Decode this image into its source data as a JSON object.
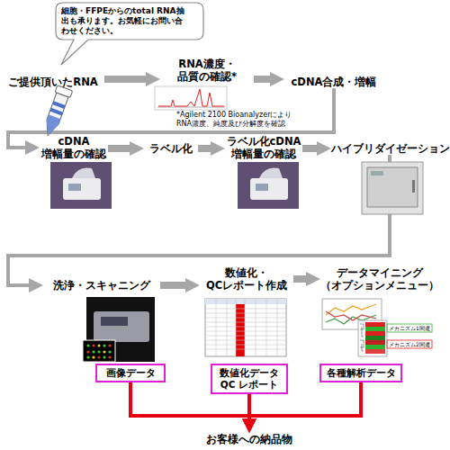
{
  "diagram": {
    "nodes": [
      {
        "text": [
          "細胞・FFPEからのtotal RNA抽 出も承ります。お気軽にお問い合 わせください。"
        ]
      },
      {
        "text": [
          "ご提供頂いたRNA"
        ]
      },
      {
        "text": [
          "RNA濃度・ 品質の確認*"
        ]
      },
      {
        "text": [
          "cDNA合成・増幅"
        ]
      },
      {
        "text": [
          "cDNA 増幅量の確認"
        ]
      },
      {
        "text": [
          "ラベル化"
        ]
      },
      {
        "text": [
          "ラベル化cDNA 増幅量の確認"
        ]
      },
      {
        "text": [
          "ハイブリダイゼーション"
        ]
      },
      {
        "text": [
          "洗浄・スキャニング"
        ]
      },
      {
        "text": [
          "数値化・ QCレポート作成"
        ]
      },
      {
        "text": [
          "データマイニング （オプションメニュー）"
        ]
      },
      {
        "text": [
          "画像データ"
        ]
      },
      {
        "text": [
          "数値化データ QC レポート"
        ]
      },
      {
        "text": [
          "各種解析データ"
        ]
      },
      {
        "text": [
          "お客様への納品物"
        ]
      }
    ],
    "edges": [
      {
        "from": 1,
        "to": 2,
        "arrow": "to"
      },
      {
        "from": 2,
        "to": 3,
        "arrow": "to"
      },
      {
        "from": 3,
        "to": 4,
        "arrow": "to"
      },
      {
        "from": 4,
        "to": 5,
        "arrow": "to"
      },
      {
        "from": 5,
        "to": 6,
        "arrow": "to"
      },
      {
        "from": 6,
        "to": 7,
        "arrow": "to"
      },
      {
        "from": 7,
        "to": 8,
        "arrow": "to"
      },
      {
        "from": 8,
        "to": 9,
        "arrow": "to"
      },
      {
        "from": 9,
        "to": 10,
        "arrow": "to"
      },
      {
        "from": 11,
        "to": 14,
        "arrow": "to"
      },
      {
        "from": 12,
        "to": 14,
        "arrow": "to"
      },
      {
        "from": 13,
        "to": 14,
        "arrow": "to"
      }
    ],
    "labels": [
      "*Agilent 2100 Bioanalyzerにより RNA濃度、純度及び分解度を確認",
      "メカニズム1関連",
      "メカニズム2関連"
    ]
  }
}
